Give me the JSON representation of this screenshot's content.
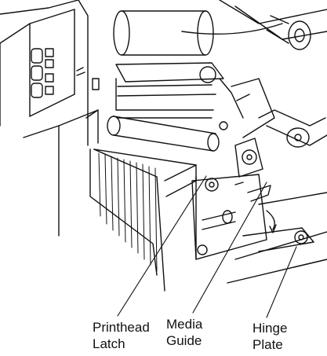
{
  "callouts": {
    "printhead_latch": {
      "line1": "Printhead",
      "line2": "Latch"
    },
    "media_guide": {
      "line1": "Media",
      "line2": "Guide"
    },
    "hinge_plate": {
      "line1": "Hinge",
      "line2": "Plate"
    }
  },
  "colors": {
    "ink": "#111111",
    "paper": "#ffffff",
    "shade": "#cfcfcf"
  }
}
